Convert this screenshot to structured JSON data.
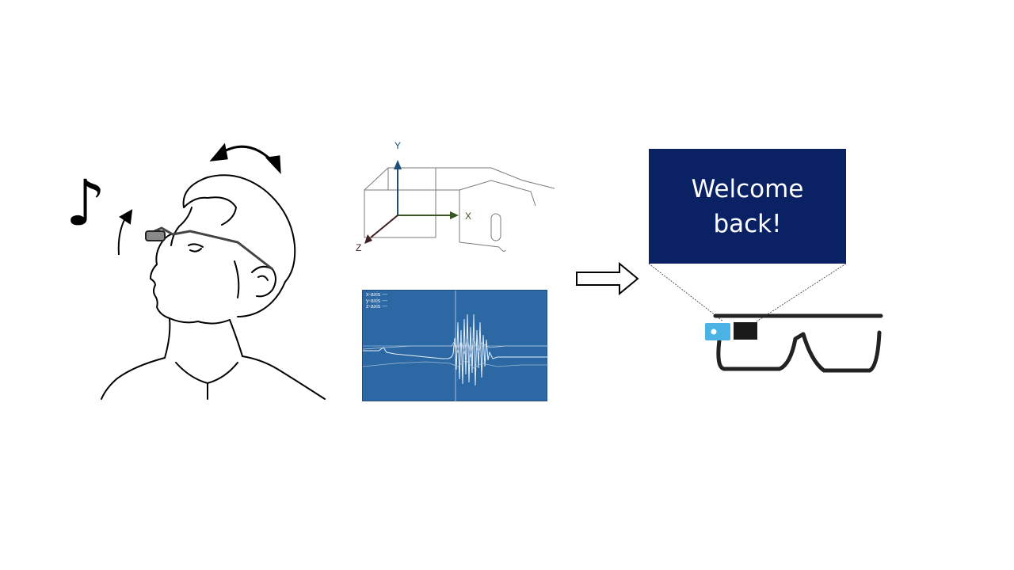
{
  "head_sketch": {
    "note_glyph": "♪",
    "icons": [
      "music-note-icon",
      "rotate-arrow-icon",
      "tilt-up-arrow-icon"
    ]
  },
  "sensor_axes": {
    "y_label": "Y",
    "x_label": "X",
    "z_label": "Z",
    "colors": {
      "y": "#1f4e79",
      "x": "#375623",
      "z": "#3b1f1f"
    }
  },
  "signal_plot": {
    "legend": [
      "x-axis ---",
      "y-axis ---",
      "z-axis ---"
    ],
    "background": "#2b68a4",
    "trace_color": "#e8f0f8"
  },
  "flow_arrow": {
    "icon": "right-arrow-icon"
  },
  "glass_display": {
    "text_line1": "Welcome",
    "text_line2": "back!",
    "background": "#0a2163",
    "camera_color": "#4bb3e6"
  }
}
